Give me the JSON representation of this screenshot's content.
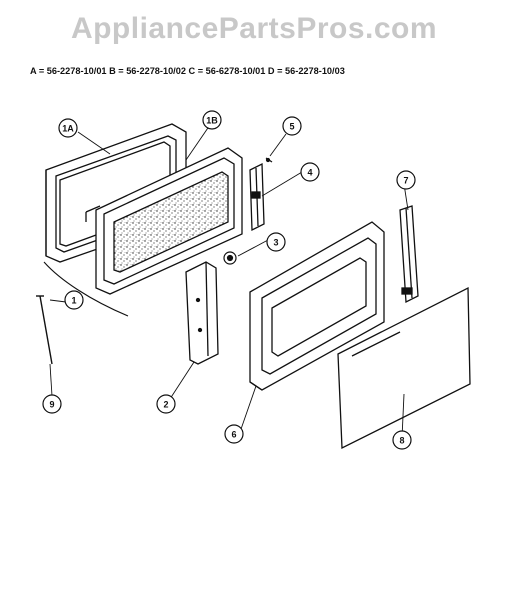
{
  "watermark": "AppliancePartsPros.com",
  "models_line": "A = 56-2278-10/01  B = 56-2278-10/02  C = 56-6278-10/01  D = 56-2278-10/03",
  "callouts": [
    {
      "id": "1A",
      "label": "1A"
    },
    {
      "id": "1B",
      "label": "1B"
    },
    {
      "id": "5",
      "label": "5"
    },
    {
      "id": "4",
      "label": "4"
    },
    {
      "id": "3",
      "label": "3"
    },
    {
      "id": "7",
      "label": "7"
    },
    {
      "id": "1",
      "label": "1"
    },
    {
      "id": "9",
      "label": "9"
    },
    {
      "id": "2",
      "label": "2"
    },
    {
      "id": "6",
      "label": "6"
    },
    {
      "id": "8",
      "label": "8"
    }
  ]
}
